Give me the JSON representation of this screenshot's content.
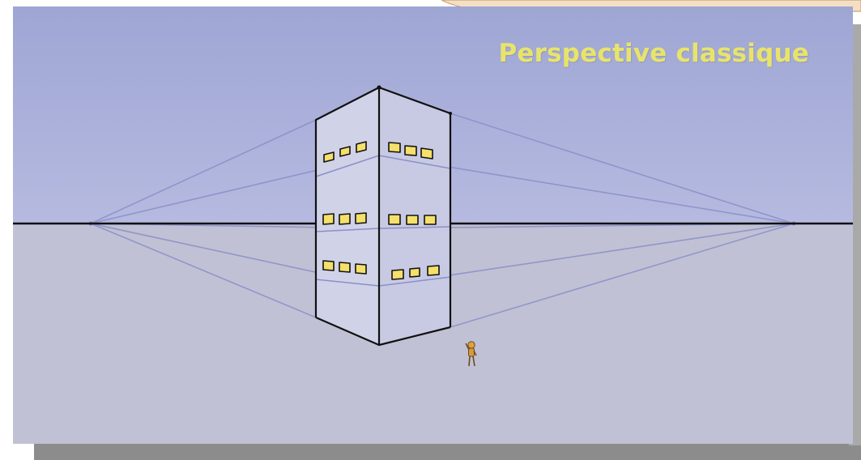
{
  "slide": {
    "title": "Perspective classique"
  },
  "illustration": {
    "subject": "building-two-point-perspective",
    "figure": "small-person-figure"
  },
  "colors": {
    "sky_top": "#9ea6d4",
    "sky_bottom": "#b4b8de",
    "ground": "#c0c1d4",
    "title": "#e8e46a",
    "construction_lines": "#8a8fc8",
    "window_fill": "#f4e06a",
    "building_face": "#d4d6ea",
    "background_shape": "#f5dfc4",
    "background_shape_stroke": "#c8a473"
  }
}
